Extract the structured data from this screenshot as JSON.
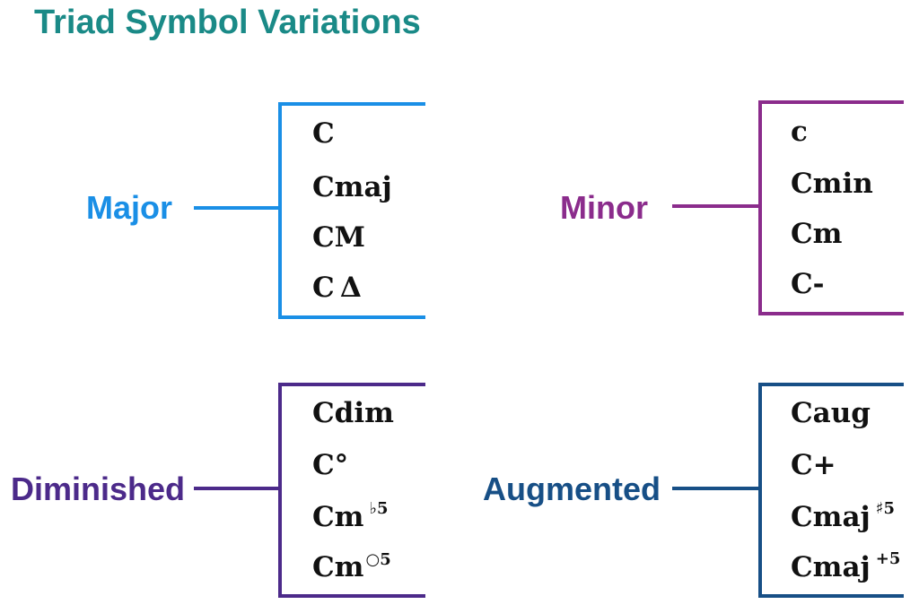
{
  "title": "Triad Symbol Variations",
  "colors": {
    "title": "#1a8a87",
    "major": "#1a8fe6",
    "minor": "#8b2c8c",
    "diminished": "#4c2a8a",
    "augmented": "#174f86"
  },
  "groups": {
    "major": {
      "label": "Major",
      "symbols": {
        "s1": "C",
        "s2": "Cmaj",
        "s3": "CM",
        "s4": "C Δ"
      }
    },
    "minor": {
      "label": "Minor",
      "symbols": {
        "s1": "c",
        "s2": "Cmin",
        "s3": "Cm",
        "s4": "C-"
      }
    },
    "diminished": {
      "label": "Diminished",
      "symbols": {
        "s1": "Cdim",
        "s2": "C°",
        "s3_base": "Cm",
        "s3_sup": "♭5",
        "s4_base": "Cm",
        "s4_sup": "○5"
      }
    },
    "augmented": {
      "label": "Augmented",
      "symbols": {
        "s1": "Caug",
        "s2": "C+",
        "s3_base": "Cmaj",
        "s3_sup": "♯5",
        "s4_base": "Cmaj",
        "s4_sup": "+5"
      }
    }
  }
}
